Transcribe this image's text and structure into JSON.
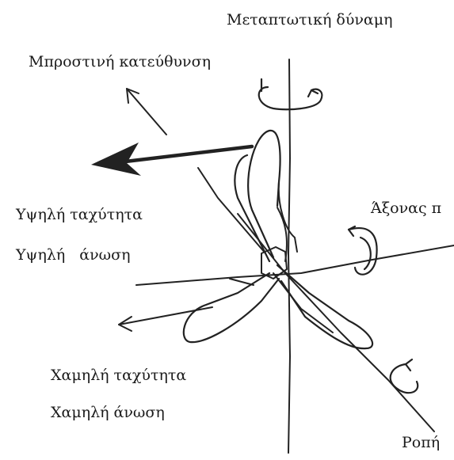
{
  "labels": {
    "precession_force": "Μεταπτωτική δύναμη",
    "forward_direction": "Μπροστινή κατεύθυνση",
    "high_speed": "Υψηλή ταχύτητα",
    "high_lift_word1": "Υψηλή",
    "high_lift_word2": "άνωση",
    "axis": "Άξονας π",
    "low_speed": "Χαμηλή ταχύτητα",
    "low_lift": "Χαμηλή άνωση",
    "torque": "Ροπή"
  },
  "style": {
    "stroke_color": "#222222",
    "text_color": "#1a1a1a",
    "background": "#ffffff"
  }
}
